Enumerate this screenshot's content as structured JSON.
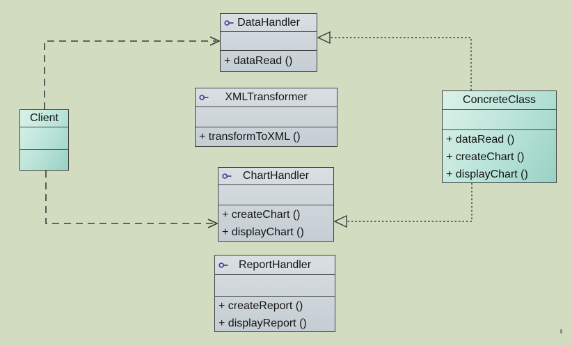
{
  "diagram": {
    "type": "uml-class-diagram",
    "colors": {
      "background": "#d1dcc0",
      "interface_box_fill": "#ccd5da",
      "class_box_fill": "#b9e3d8",
      "border": "#3f3f3f",
      "interface_icon": "#3c3c8e"
    }
  },
  "classes": [
    {
      "id": "client",
      "name": "Client",
      "kind": "class",
      "methods": []
    },
    {
      "id": "data-handler",
      "name": "DataHandler",
      "kind": "interface",
      "methods": [
        "+ dataRead ()"
      ]
    },
    {
      "id": "xml-transformer",
      "name": "XMLTransformer",
      "kind": "interface",
      "methods": [
        "+ transformToXML ()"
      ]
    },
    {
      "id": "chart-handler",
      "name": "ChartHandler",
      "kind": "interface",
      "methods": [
        "+ createChart ()",
        "+ displayChart ()"
      ]
    },
    {
      "id": "report-handler",
      "name": "ReportHandler",
      "kind": "interface",
      "methods": [
        "+ createReport ()",
        "+ displayReport ()"
      ]
    },
    {
      "id": "concrete-class",
      "name": "ConcreteClass",
      "kind": "class",
      "methods": [
        "+ dataRead ()",
        "+ createChart ()",
        "+ displayChart ()"
      ]
    }
  ],
  "relationships": [
    {
      "from": "Client",
      "to": "DataHandler",
      "type": "dependency",
      "line_style": "dashed"
    },
    {
      "from": "Client",
      "to": "ChartHandler",
      "type": "dependency",
      "line_style": "dashed"
    },
    {
      "from": "ConcreteClass",
      "to": "DataHandler",
      "type": "realization",
      "line_style": "dotted"
    },
    {
      "from": "ConcreteClass",
      "to": "ChartHandler",
      "type": "realization",
      "line_style": "dotted"
    }
  ]
}
